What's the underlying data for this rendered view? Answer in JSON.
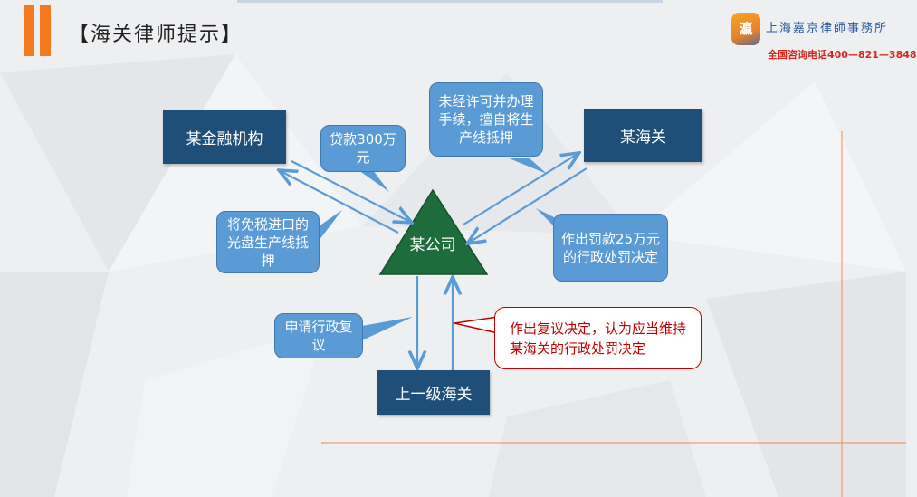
{
  "header": {
    "title": "【海关律师提示】",
    "logo_mark": "瀛",
    "firm_name": "上海嘉京律師事務所",
    "hotline": "全国咨询电话400—821—3848"
  },
  "diagram": {
    "nodes": {
      "bank": "某金融机构",
      "customs": "某海关",
      "company": "某公司",
      "higher_customs": "上一级海关"
    },
    "callouts": {
      "loan": "贷款300万元",
      "pledge": "将免税进口的光盘生产线抵押",
      "unauthorized": "未经许可并办理手续，擅自将生产线抵押",
      "penalty": "作出罚款25万元的行政处罚决定",
      "apply_review": "申请行政复议",
      "review_decision": "作出复议决定，认为应当维持某海关的行政处罚决定"
    }
  },
  "colors": {
    "accent": "#f47a20",
    "node": "#1f4e79",
    "triangle": "#1e6b3b",
    "callout": "#5b9bd5",
    "arrow": "#5b9bd5",
    "warning": "#c00000"
  }
}
